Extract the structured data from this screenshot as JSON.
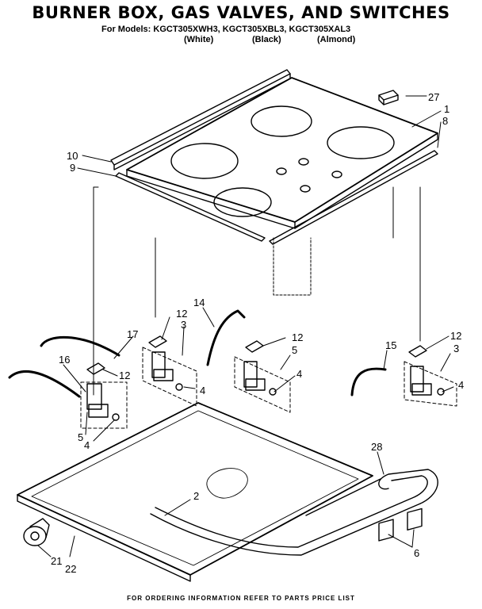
{
  "title": "BURNER BOX, GAS VALVES, AND SWITCHES",
  "models_line": "For Models: KGCT305XWH3, KGCT305XBL3, KGCT305XAL3",
  "variants": [
    "(White)",
    "(Black)",
    "(Almond)"
  ],
  "footer": "FOR ORDERING INFORMATION REFER TO PARTS PRICE LIST",
  "callouts": {
    "c27": "27",
    "c1": "1",
    "c8": "8",
    "c10": "10",
    "c9": "9",
    "c14": "14",
    "c12a": "12",
    "c3a": "3",
    "c17": "17",
    "c16": "16",
    "c12b": "12",
    "c4a": "4",
    "c5a": "5",
    "c4b": "4",
    "c12c": "12",
    "c5b": "5",
    "c4c": "4",
    "c15": "15",
    "c12d": "12",
    "c3b": "3",
    "c4d": "4",
    "c28": "28",
    "c2": "2",
    "c6": "6",
    "c21": "21",
    "c22": "22"
  }
}
